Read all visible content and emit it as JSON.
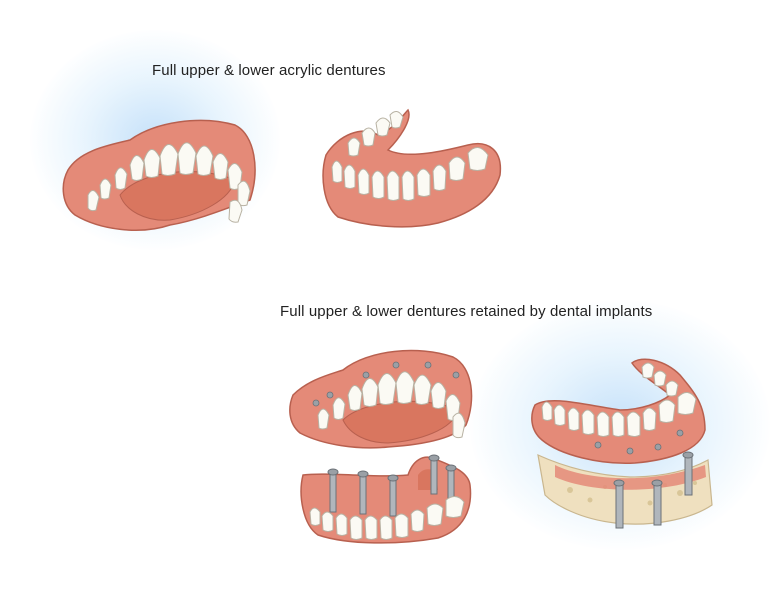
{
  "captions": {
    "acrylic": "Full upper & lower acrylic dentures",
    "implant": "Full upper & lower dentures retained by dental implants"
  },
  "colors": {
    "gum": "#e48a78",
    "gum_dark": "#c8685a",
    "gum_light": "#f2a899",
    "palate": "#d9765f",
    "tooth": "#fbfaf4",
    "tooth_edge": "#b8b2a3",
    "bone": "#efe0bf",
    "metal": "#9aa0a6",
    "glow": "#bfe0fb"
  },
  "illustrations": [
    "upper-acrylic-denture",
    "lower-acrylic-denture",
    "upper-implant-denture",
    "lower-implant-bar-denture",
    "lower-implant-denture-with-jaw"
  ]
}
